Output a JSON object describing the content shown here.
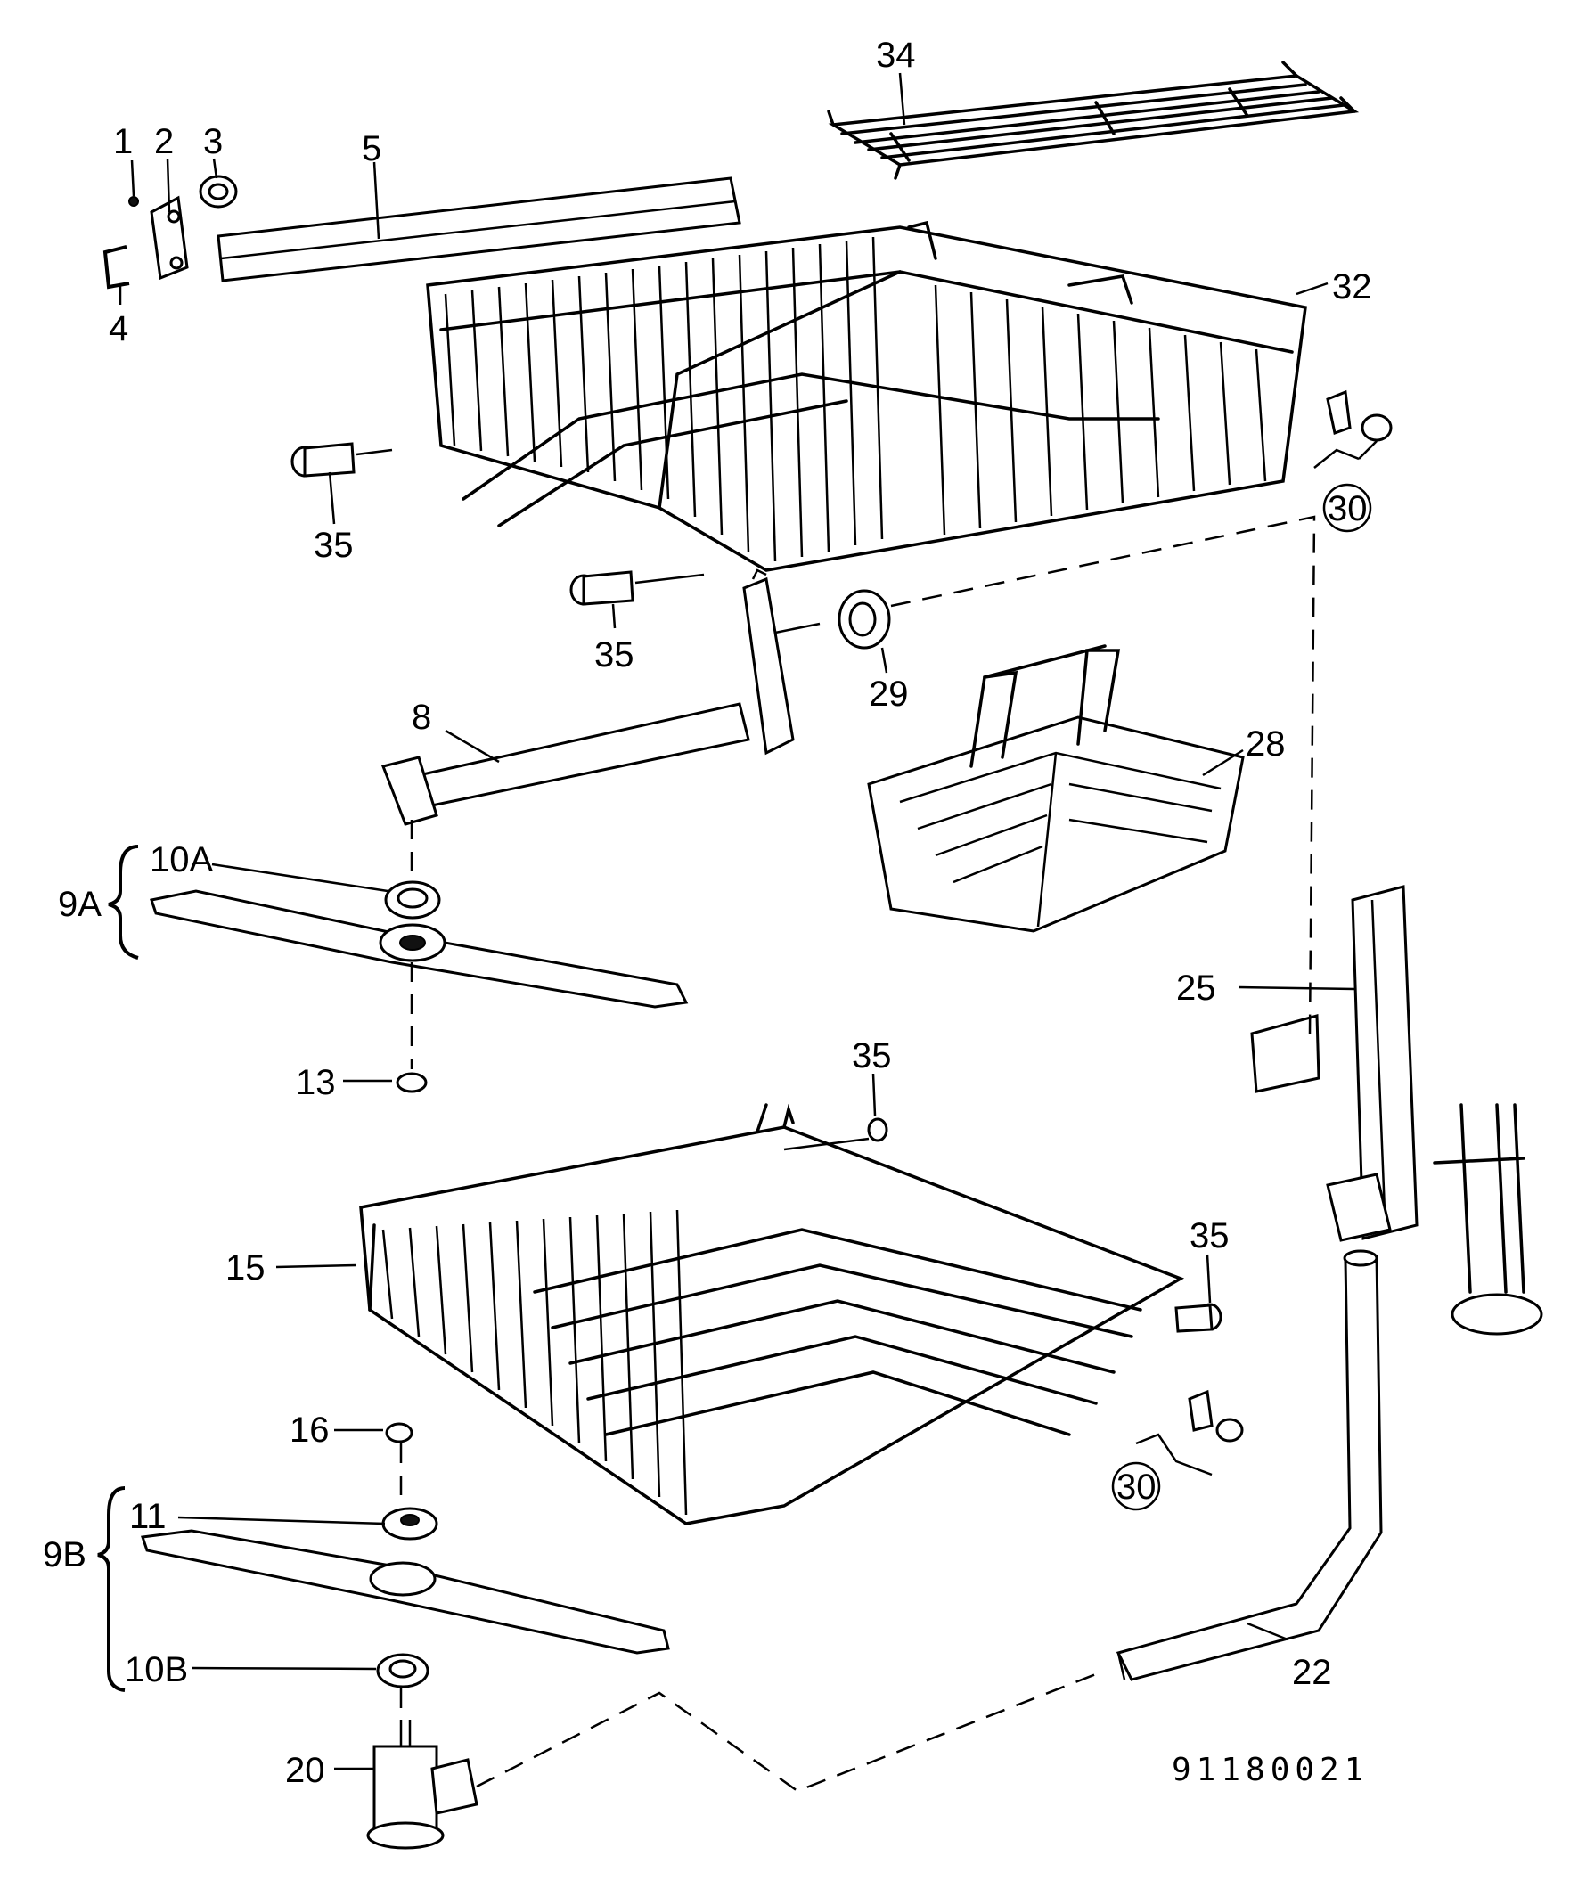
{
  "drawing_number": "91180021",
  "labels": {
    "p1": "1",
    "p2": "2",
    "p3": "3",
    "p4": "4",
    "p5": "5",
    "p8": "8",
    "p9A": "9A",
    "p9B": "9B",
    "p10A": "10A",
    "p10B": "10B",
    "p11": "11",
    "p13": "13",
    "p15": "15",
    "p16": "16",
    "p20": "20",
    "p22": "22",
    "p25": "25",
    "p28": "28",
    "p29": "29",
    "p30a": "30",
    "p30b": "30",
    "p32": "32",
    "p34": "34",
    "p35a": "35",
    "p35b": "35",
    "p35c": "35",
    "p35d": "35"
  }
}
